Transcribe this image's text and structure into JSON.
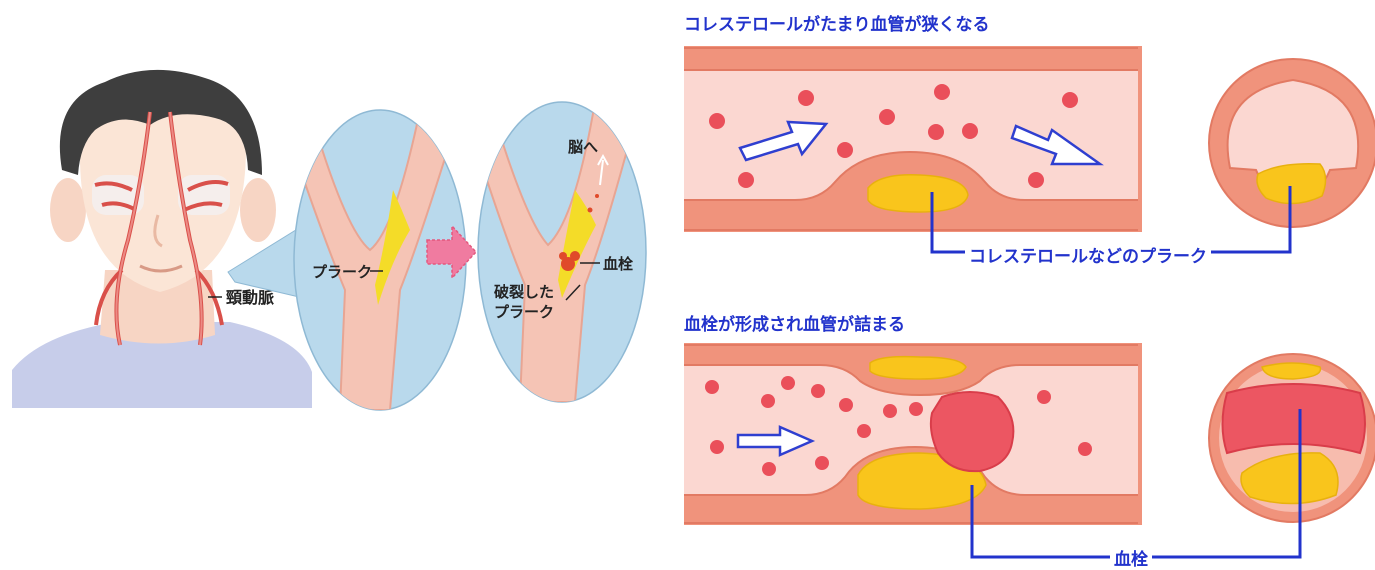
{
  "left_panel": {
    "labels": {
      "carotid_artery": "頸動脈",
      "plaque": "プラーク",
      "to_brain": "脳へ",
      "thrombus": "血栓",
      "ruptured_plaque_line1": "破裂した",
      "ruptured_plaque_line2": "プラーク"
    }
  },
  "right_panel": {
    "top": {
      "title": "コレステロールがたまり血管が狭くなる",
      "plaque_label": "コレステロールなどのプラーク"
    },
    "bottom": {
      "title": "血栓が形成され血管が詰まる",
      "thrombus_label": "血栓"
    }
  },
  "colors": {
    "vessel_wall": "#f0937c",
    "vessel_inner": "#fbd7d1",
    "vessel_outline": "#e27a63",
    "blood_cell": "#ea4f5a",
    "plaque": "#f9c51c",
    "thrombus": "#ec5662",
    "arrow_outline": "#2f3fd0",
    "callout_line": "#2233cc",
    "bubble": "#b9d9ec",
    "skin": "#fbe5d6",
    "shirt": "#c7cdea",
    "hair": "#3e3e3e"
  }
}
